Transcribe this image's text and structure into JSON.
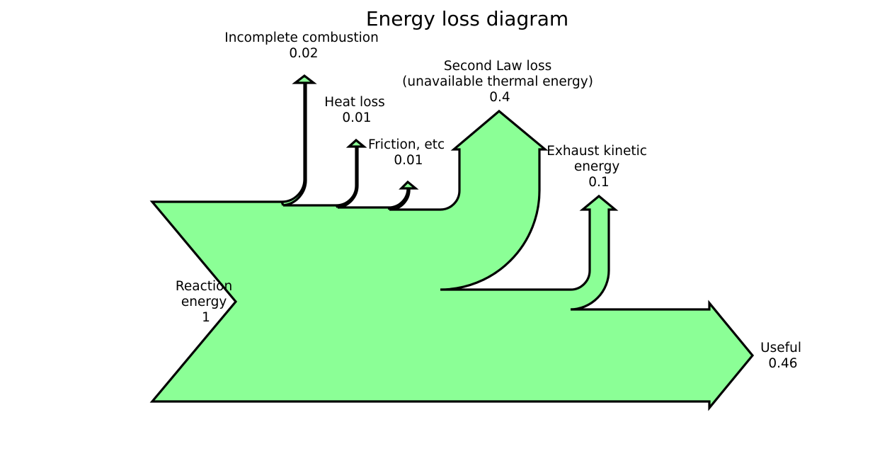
{
  "title": "Energy loss diagram",
  "fill_color": "#8bff96",
  "stroke_color": "#000000",
  "flows": [
    {
      "id": "reaction-energy",
      "label_lines": [
        "Reaction",
        "energy"
      ],
      "value": "1",
      "direction": "input"
    },
    {
      "id": "incomplete-combustion",
      "label_lines": [
        "Incomplete combustion"
      ],
      "value": "0.02",
      "direction": "up"
    },
    {
      "id": "heat-loss",
      "label_lines": [
        "Heat loss"
      ],
      "value": "0.01",
      "direction": "up"
    },
    {
      "id": "friction",
      "label_lines": [
        "Friction, etc"
      ],
      "value": "0.01",
      "direction": "up"
    },
    {
      "id": "second-law-loss",
      "label_lines": [
        "Second Law loss",
        "(unavailable thermal energy)"
      ],
      "value": "0.4",
      "direction": "up"
    },
    {
      "id": "exhaust-kinetic",
      "label_lines": [
        "Exhaust kinetic",
        "energy"
      ],
      "value": "0.1",
      "direction": "up"
    },
    {
      "id": "useful",
      "label_lines": [
        "Useful"
      ],
      "value": "0.46",
      "direction": "output"
    }
  ]
}
